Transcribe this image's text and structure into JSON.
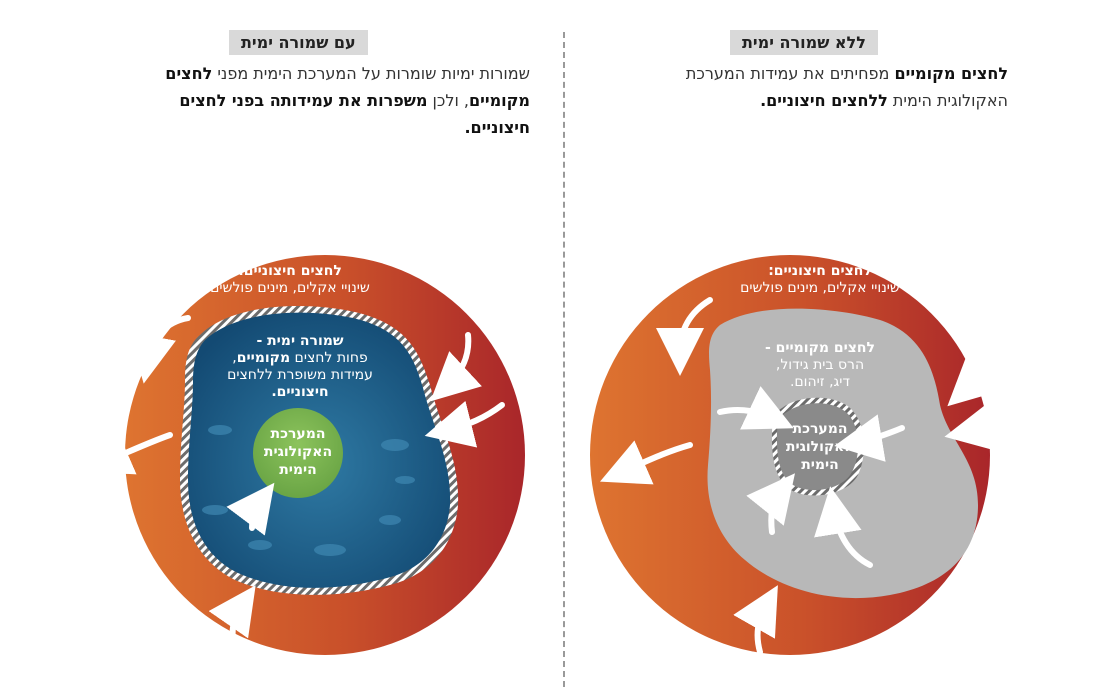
{
  "left_panel": {
    "title": "עם שמורה ימית",
    "desc_line1_text": "שמורות ימיות שומרות על המערכת הימית מפני ",
    "desc_line1_bold": "לחצים",
    "desc_line2_bold1": "מקומיים",
    "desc_line2_text": ", ולכן ",
    "desc_line2_bold2": "משפרות את עמידותה בפני לחצים",
    "desc_line3_bold": "חיצוניים.",
    "outer_label_title": "לחצים חיצוניים:",
    "outer_label_text": "שינויי אקלים, מינים פולשים",
    "reserve_label_title": "שמורה ימית -",
    "reserve_label_line2_text": "פחות לחצים ",
    "reserve_label_line2_bold": "מקומיים",
    "reserve_label_line2_end": ",",
    "reserve_label_line3": "עמידות משופרת ללחצים",
    "reserve_label_line4_bold": "חיצוניים.",
    "core_label_line1": "המערכת",
    "core_label_line2": "האקולוגית",
    "core_label_line3": "הימית"
  },
  "right_panel": {
    "title": "ללא שמורה ימית",
    "desc_line1_bold": "לחצים מקומיים",
    "desc_line1_text": " מפחיתים את עמידות המערכת",
    "desc_line2_text": "האקולוגית הימית ",
    "desc_line2_bold": "ללחצים חיצוניים.",
    "outer_label_title": "לחצים חיצוניים:",
    "outer_label_text": "שינויי אקלים, מינים פולשים",
    "local_label_title": "לחצים מקומיים -",
    "local_label_line2": "הרס בית גידול,",
    "local_label_line3": "דיג, זיהום.",
    "core_label_line1": "המערכת",
    "core_label_line2": "האקולוגית",
    "core_label_line3": "הימית"
  },
  "colors": {
    "outer_ring_left": "#d8682a",
    "outer_ring_right": "#b02a2a",
    "reserve_blue": "#1d5a86",
    "core_green": "#7cb550",
    "gray_zone": "#b8b8b8",
    "core_gray": "#8a8a8a",
    "title_bg": "#d9d9d9"
  }
}
